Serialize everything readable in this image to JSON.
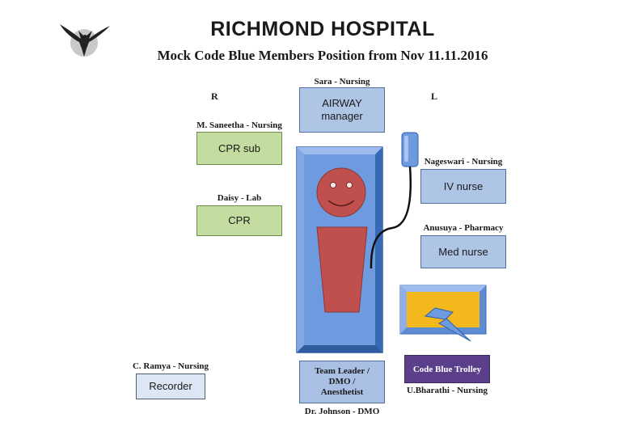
{
  "header": {
    "title": "RICHMOND HOSPITAL",
    "subtitle": "Mock Code Blue Members Position from Nov 11.11.2016"
  },
  "sides": {
    "right": "R",
    "left": "L"
  },
  "positions": {
    "airway": {
      "member": "Sara - Nursing",
      "role": "AIRWAY manager"
    },
    "cpr_sub": {
      "member": "M. Saneetha - Nursing",
      "role": "CPR sub"
    },
    "cpr": {
      "member": "Daisy - Lab",
      "role": "CPR"
    },
    "iv_nurse": {
      "member": "Nageswari - Nursing",
      "role": "IV nurse"
    },
    "med_nurse": {
      "member": "Anusuya - Pharmacy",
      "role": "Med nurse"
    },
    "recorder": {
      "member": "C. Ramya - Nursing",
      "role": "Recorder"
    },
    "team_leader": {
      "role": "Team Leader / DMO / Anesthetist",
      "member": "Dr. Johnson - DMO"
    },
    "trolley": {
      "role": "Code Blue Trolley",
      "member": "U.Bharathi - Nursing"
    }
  },
  "icons": {
    "logo": "eagle-logo",
    "patient": "patient-figure-icon",
    "iv_bag": "iv-bag-icon",
    "defibrillator": "defibrillator-icon"
  },
  "colors": {
    "role_box_blue": "#aec5e6",
    "role_box_green": "#c3dc9f",
    "trolley": "#5b3f8a",
    "bed": "#6e9be0",
    "patient": "#c0504d",
    "defib": "#f3b91c"
  }
}
